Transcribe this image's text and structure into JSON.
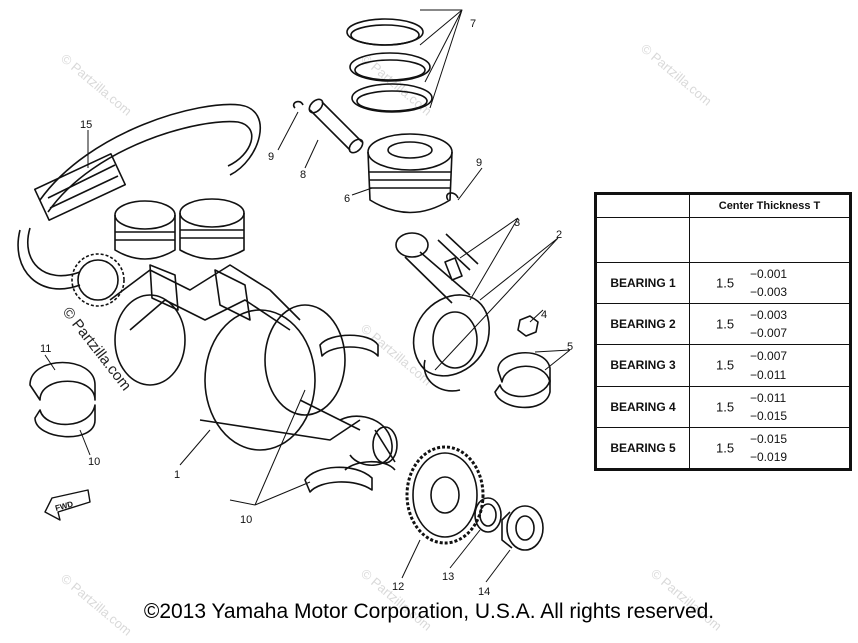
{
  "watermark": "© Partzilla.com",
  "callouts": [
    {
      "id": "c1",
      "text": "1"
    },
    {
      "id": "c2",
      "text": "2"
    },
    {
      "id": "c3",
      "text": "3"
    },
    {
      "id": "c4",
      "text": "4"
    },
    {
      "id": "c5",
      "text": "5"
    },
    {
      "id": "c6",
      "text": "6"
    },
    {
      "id": "c7",
      "text": "7"
    },
    {
      "id": "c8",
      "text": "8"
    },
    {
      "id": "c9a",
      "text": "9"
    },
    {
      "id": "c9b",
      "text": "9"
    },
    {
      "id": "c10a",
      "text": "10"
    },
    {
      "id": "c10b",
      "text": "10"
    },
    {
      "id": "c11",
      "text": "11"
    },
    {
      "id": "c12",
      "text": "12"
    },
    {
      "id": "c13",
      "text": "13"
    },
    {
      "id": "c14",
      "text": "14"
    },
    {
      "id": "c15",
      "text": "15"
    }
  ],
  "fwd_label": "FWD",
  "bearing_table": {
    "header": "Center Thickness T",
    "rows": [
      {
        "name": "BEARING 1",
        "nominal": "1.5",
        "upper": "−0.001",
        "lower": "−0.003"
      },
      {
        "name": "BEARING 2",
        "nominal": "1.5",
        "upper": "−0.003",
        "lower": "−0.007"
      },
      {
        "name": "BEARING 3",
        "nominal": "1.5",
        "upper": "−0.007",
        "lower": "−0.011"
      },
      {
        "name": "BEARING 4",
        "nominal": "1.5",
        "upper": "−0.011",
        "lower": "−0.015"
      },
      {
        "name": "BEARING 5",
        "nominal": "1.5",
        "upper": "−0.015",
        "lower": "−0.019"
      }
    ]
  },
  "copyright": "©2013  Yamaha Motor Corporation, U.S.A. All rights reserved."
}
